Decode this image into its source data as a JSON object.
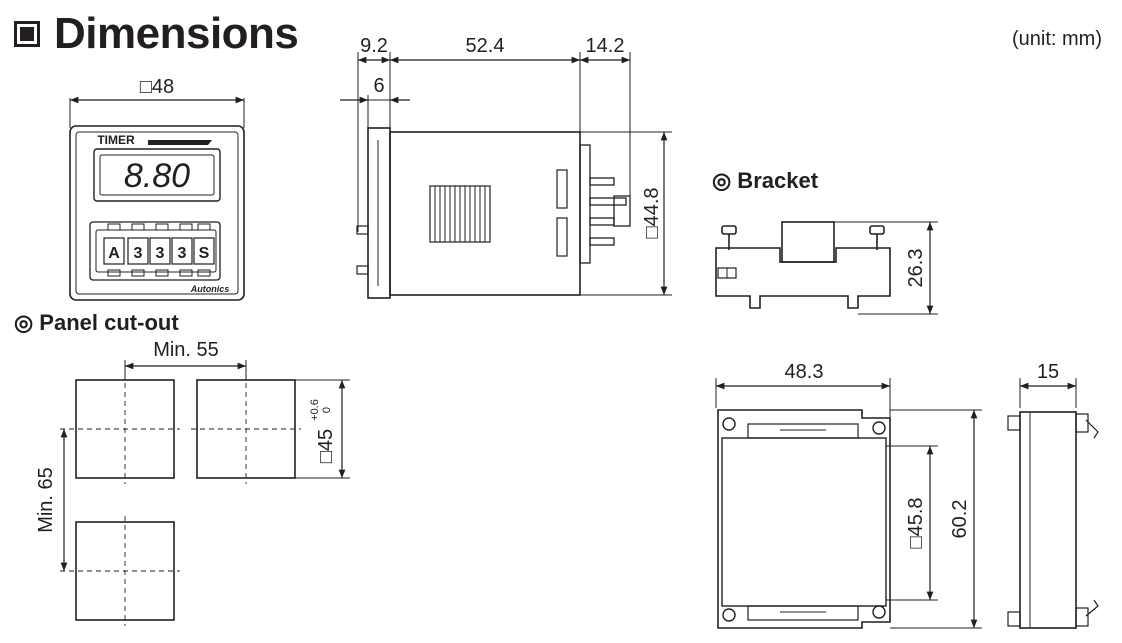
{
  "title": "Dimensions",
  "unit_note": "(unit: mm)",
  "front_view": {
    "width_label": "□48",
    "brand_text": "TIMER",
    "display_text": "8.80",
    "keys": [
      "A",
      "3",
      "3",
      "3",
      "S"
    ],
    "logo_text": "Autonics"
  },
  "side_view": {
    "dim_flange": "9.2",
    "dim_body": "52.4",
    "dim_terminals": "14.2",
    "dim_panel_gap": "6",
    "dim_height": "□44.8"
  },
  "bracket_section": {
    "heading": "◎ Bracket",
    "dim_height": "26.3",
    "dim_width": "48.3",
    "dim_inner": "□45.8",
    "dim_outer": "60.2",
    "dim_depth": "15"
  },
  "panel_cutout": {
    "heading": "◎ Panel cut-out",
    "min_horizontal": "Min. 55",
    "min_vertical": "Min. 65",
    "cut_size": "□45",
    "tolerance_plus": "+0.6",
    "tolerance_minus": "0"
  },
  "colors": {
    "line": "#231f20",
    "background": "#ffffff"
  }
}
